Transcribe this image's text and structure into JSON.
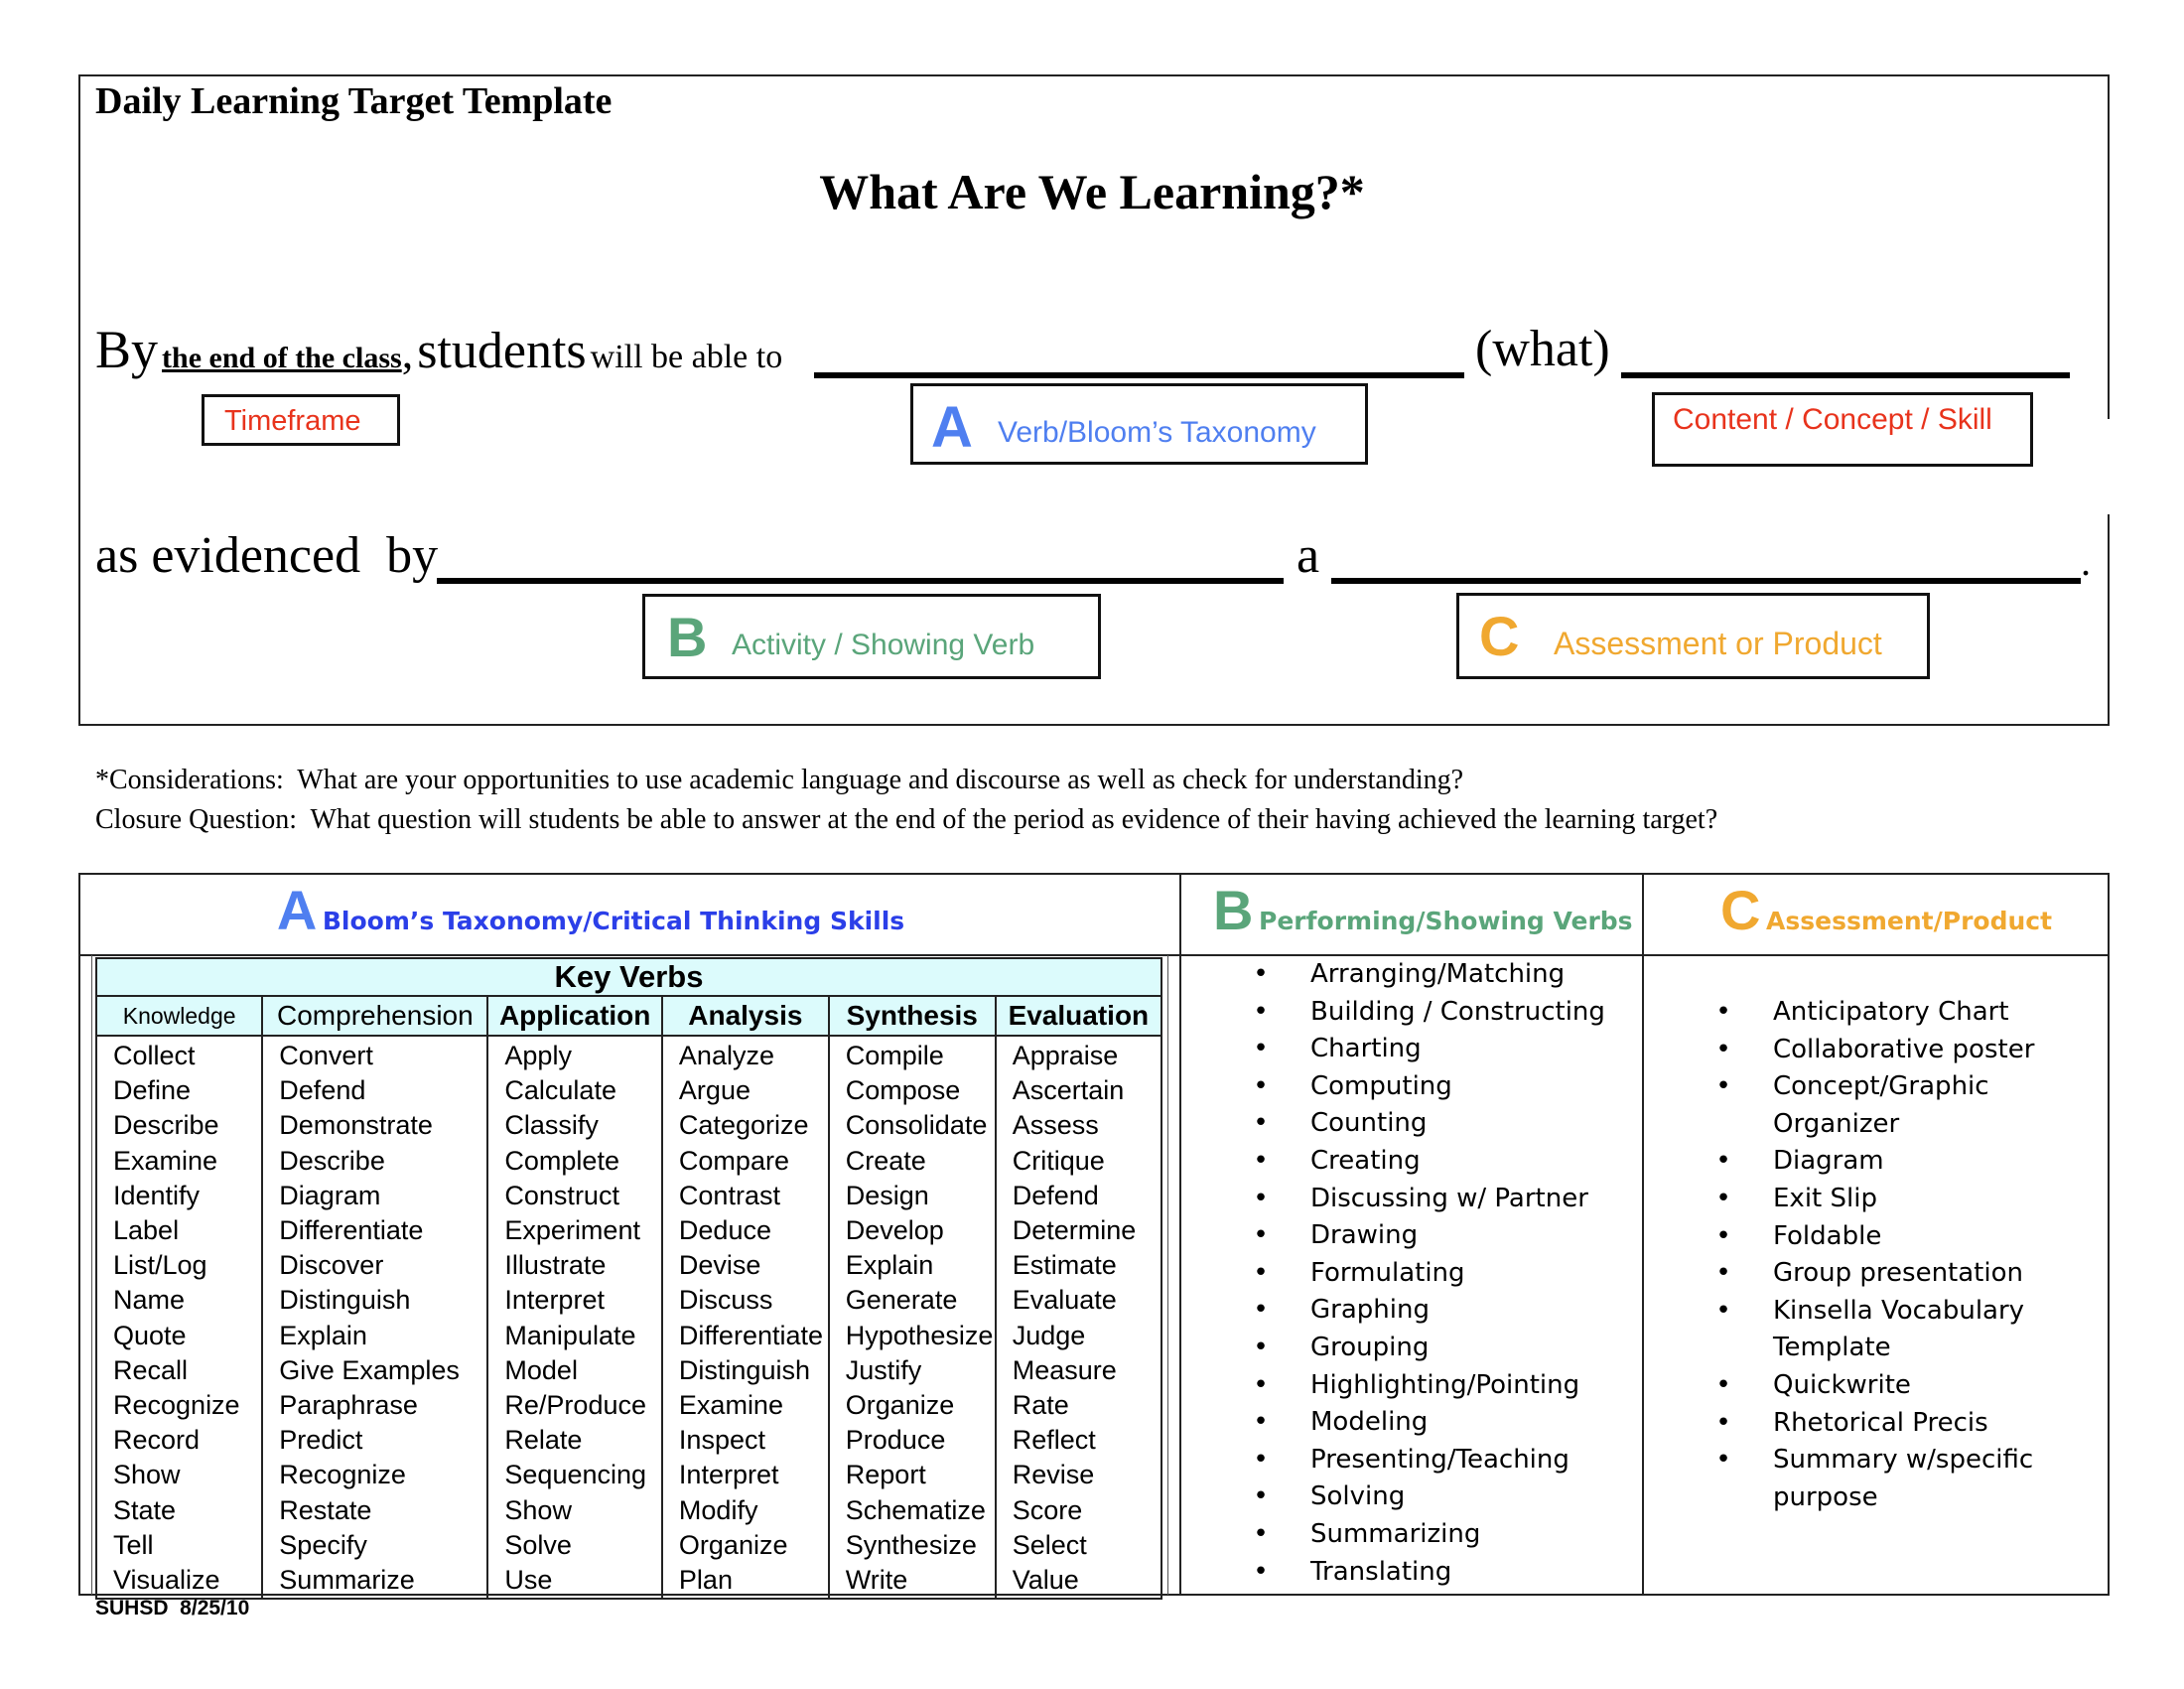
{
  "document": {
    "doc_title": "Daily Learning Target Template",
    "heading": "What Are We Learning?*",
    "sentence1": {
      "by": "By",
      "timeframe_text": "the end of the class",
      "comma": ",",
      "students": "students",
      "will_be_able": "will be able to",
      "what": "(what)"
    },
    "sentence2": {
      "as_evidenced": "as evidenced  by",
      "a": "a",
      "period": "."
    },
    "labels": {
      "timeframe": "Timeframe",
      "a_letter": "A",
      "a_text": "Verb/Bloom’s Taxonomy",
      "content": "Content / Concept / Skill",
      "b_letter": "B",
      "b_text": "Activity / Showing Verb",
      "c_letter": "C",
      "c_text": "Assessment or Product"
    },
    "considerations": "*Considerations:  What are your opportunities to use academic language and discourse as well as check for understanding?",
    "closure": "Closure Question:  What question will students be able to answer at the end of the period as evidence of their having achieved the learning target?",
    "footer": "SUHSD  8/25/10"
  },
  "colors": {
    "red": "#e8331c",
    "blue": "#4f7ff0",
    "header_blue": "#2b3fe8",
    "green": "#5aa57a",
    "orange": "#f0a830",
    "cyan_bg": "#dcfbfc"
  },
  "table": {
    "a_header": {
      "letter": "A",
      "title": "Bloom’s Taxonomy/Critical Thinking Skills"
    },
    "b_header": {
      "letter": "B",
      "title": "Performing/Showing Verbs"
    },
    "c_header": {
      "letter": "C",
      "title": "Assessment/Product"
    },
    "key_verbs": {
      "title": "Key Verbs",
      "columns": [
        {
          "name": "Knowledge",
          "words": [
            "Collect",
            "Define",
            "Describe",
            "Examine",
            "Identify",
            "Label",
            "List/Log",
            "Name",
            "Quote",
            "Recall",
            "Recognize",
            "Record",
            "Show",
            "State",
            "Tell",
            "Visualize"
          ]
        },
        {
          "name": "Comprehension",
          "words": [
            "Convert",
            "Defend",
            "Demonstrate",
            "Describe",
            "Diagram",
            "Differentiate",
            "Discover",
            "Distinguish",
            "Explain",
            "Give Examples",
            "Paraphrase",
            "Predict",
            "Recognize",
            "Restate",
            "Specify",
            "Summarize"
          ]
        },
        {
          "name": "Application",
          "words": [
            "Apply",
            "Calculate",
            "Classify",
            "Complete",
            "Construct",
            "Experiment",
            "Illustrate",
            "Interpret",
            "Manipulate",
            "Model",
            "Re/Produce",
            "Relate",
            "Sequencing",
            "Show",
            "Solve",
            "Use"
          ]
        },
        {
          "name": "Analysis",
          "words": [
            "Analyze",
            "Argue",
            "Categorize",
            "Compare",
            "Contrast",
            "Deduce",
            "Devise",
            "Discuss",
            "Differentiate",
            "Distinguish",
            "Examine",
            "Inspect",
            "Interpret",
            "Modify",
            "Organize",
            "Plan"
          ]
        },
        {
          "name": "Synthesis",
          "words": [
            "Compile",
            "Compose",
            "Consolidate",
            "Create",
            "Design",
            "Develop",
            "Explain",
            "Generate",
            "Hypothesize",
            "Justify",
            "Organize",
            "Produce",
            "Report",
            "Schematize",
            "Synthesize",
            "Write"
          ]
        },
        {
          "name": "Evaluation",
          "words": [
            "Appraise",
            "Ascertain",
            "Assess",
            "Critique",
            "Defend",
            "Determine",
            "Estimate",
            "Evaluate",
            "Judge",
            "Measure",
            "Rate",
            "Reflect",
            "Revise",
            "Score",
            "Select",
            "Value"
          ]
        }
      ]
    },
    "performing_verbs": [
      "Arranging/Matching",
      "Building / Constructing",
      "Charting",
      "Computing",
      "Counting",
      "Creating",
      "Discussing w/ Partner",
      "Drawing",
      "Formulating",
      "Graphing",
      "Grouping",
      "Highlighting/Pointing",
      "Modeling",
      "Presenting/Teaching",
      "Solving",
      "Summarizing",
      "Translating"
    ],
    "assessment_products": [
      {
        "lines": [
          "Anticipatory Chart"
        ]
      },
      {
        "lines": [
          "Collaborative poster"
        ]
      },
      {
        "lines": [
          "Concept/Graphic",
          "Organizer"
        ]
      },
      {
        "lines": [
          "Diagram"
        ]
      },
      {
        "lines": [
          "Exit Slip"
        ]
      },
      {
        "lines": [
          "Foldable"
        ]
      },
      {
        "lines": [
          "Group presentation"
        ]
      },
      {
        "lines": [
          "Kinsella Vocabulary",
          "Template"
        ]
      },
      {
        "lines": [
          "Quickwrite"
        ]
      },
      {
        "lines": [
          "Rhetorical Precis"
        ]
      },
      {
        "lines": [
          "Summary w/specific",
          "purpose"
        ]
      }
    ],
    "bullet_glyph": "•"
  }
}
